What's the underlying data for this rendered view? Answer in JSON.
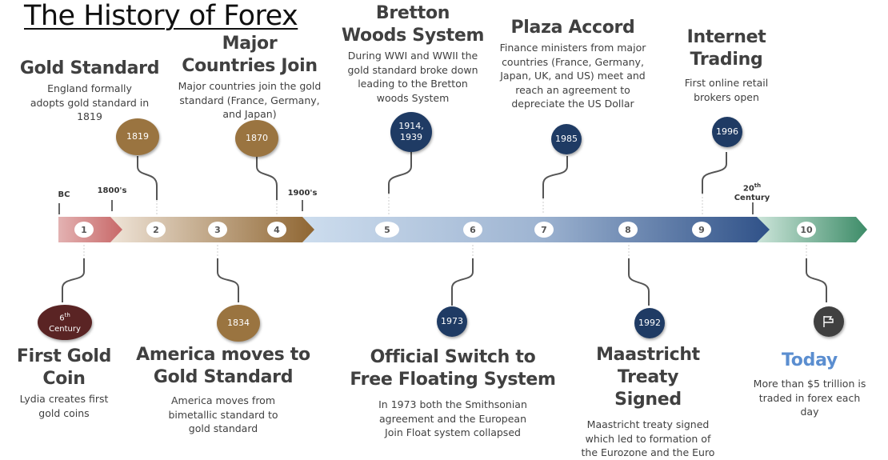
{
  "title": "The History of Forex",
  "era_labels": {
    "bc": "BC",
    "c1800": "1800's",
    "c1900": "1900's",
    "c20_num": "20",
    "c20_sup": "th",
    "c20_word": "Century"
  },
  "segment_colors": {
    "ancient": [
      "#e3b2b2",
      "#c86868"
    ],
    "gold_era": [
      "#efe4d8",
      "#8f6632"
    ],
    "bretton": [
      "#c9d8eb",
      "#2f5188"
    ],
    "modern": [
      "#cfe6dc",
      "#3d8c68"
    ]
  },
  "markers": [
    "1",
    "2",
    "3",
    "4",
    "5",
    "6",
    "7",
    "8",
    "9",
    "10"
  ],
  "events_top": [
    {
      "heading": "Gold Standard",
      "desc": "England formally adopts gold standard in 1819",
      "date": "1819",
      "marker": "2"
    },
    {
      "heading": "Major Countries Join",
      "desc": "Major countries join the gold standard (France, Germany, and Japan)",
      "date": "1870",
      "marker": "4"
    },
    {
      "heading": "Bretton Woods System",
      "desc": "During WWI and WWII the gold standard broke down leading to the Bretton woods System",
      "date": "1914, 1939",
      "marker": "5"
    },
    {
      "heading": "Plaza Accord",
      "desc": "Finance ministers from major countries (France, Germany, Japan, UK, and US) meet and reach an agreement to depreciate the US Dollar",
      "date": "1985",
      "marker": "7"
    },
    {
      "heading": "Internet Trading",
      "desc": "First online retail brokers open",
      "date": "1996",
      "marker": "9"
    }
  ],
  "events_bottom": [
    {
      "heading": "First Gold Coin",
      "desc": "Lydia creates first gold coins",
      "date_num": "6",
      "date_sup": "th",
      "date_word": "Century",
      "marker": "1"
    },
    {
      "heading": "America moves to Gold Standard",
      "desc": "America moves from bimetallic standard to gold standard",
      "date": "1834",
      "marker": "3"
    },
    {
      "heading": "Official Switch to Free Floating System",
      "desc": "In 1973 both the Smithsonian agreement and the European Join Float system collapsed",
      "date": "1973",
      "marker": "6"
    },
    {
      "heading": "Maastricht Treaty Signed",
      "desc": "Maastricht treaty signed which led to formation of the Eurozone and the Euro",
      "date": "1992",
      "marker": "8"
    },
    {
      "heading": "Today",
      "desc": "More than $5 trillion is traded in forex each day",
      "icon": "flag-icon",
      "marker": "10"
    }
  ]
}
